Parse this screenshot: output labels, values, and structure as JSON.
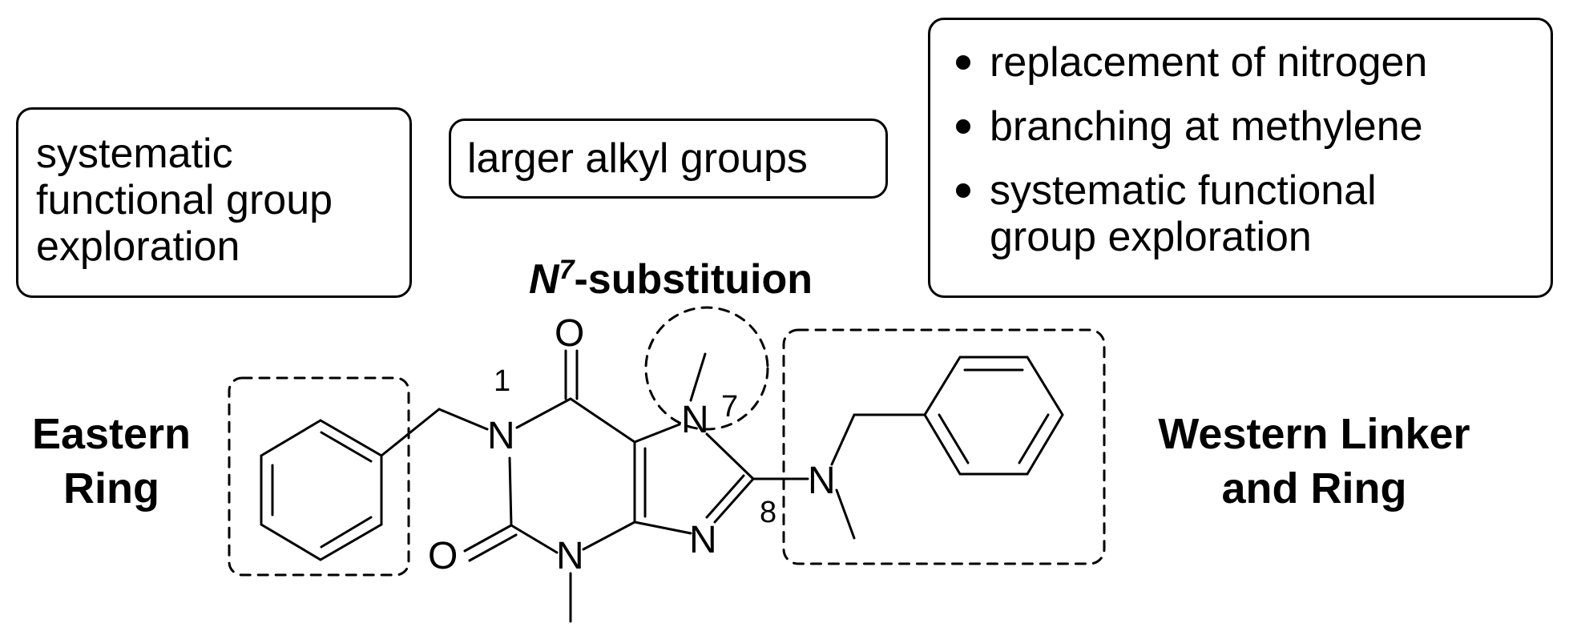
{
  "boxes": {
    "left_box": {
      "lines": [
        "systematic",
        "functional group",
        "exploration"
      ]
    },
    "middle_box": {
      "text": "larger alkyl groups"
    },
    "right_box": {
      "bullets": [
        {
          "line1": "replacement of nitrogen",
          "line2": ""
        },
        {
          "line1": "branching at methylene",
          "line2": ""
        },
        {
          "line1": "systematic functional",
          "line2": "group exploration"
        }
      ]
    }
  },
  "n7_title": {
    "letter": "N",
    "superscript": "7",
    "rest": "-substituion"
  },
  "regions": {
    "eastern": {
      "line1": "Eastern",
      "line2": "Ring"
    },
    "western": {
      "line1": "Western Linker",
      "line2": "and Ring"
    }
  },
  "atoms": {
    "n1": "N",
    "n3": "N",
    "n7": "N",
    "n9": "N",
    "n_linker": "N",
    "o6": "O",
    "o2": "O",
    "locant_1": "1",
    "locant_7": "7",
    "locant_8": "8"
  }
}
